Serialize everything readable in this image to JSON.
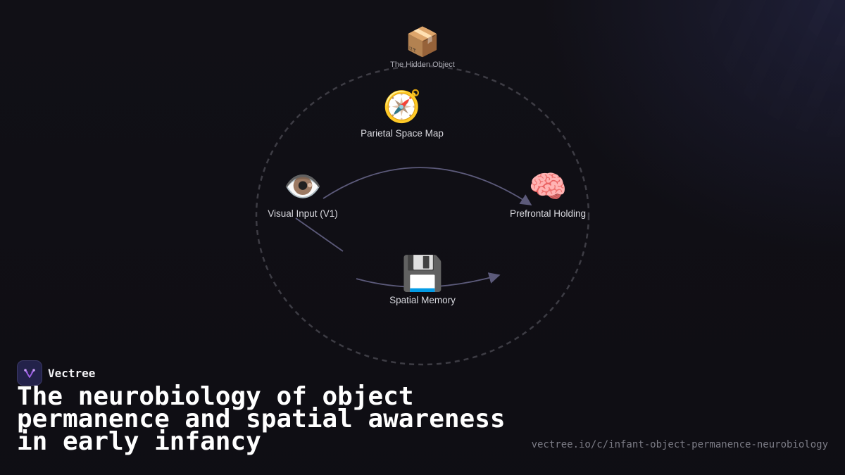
{
  "diagram": {
    "nodes": [
      {
        "id": "hidden",
        "emoji": "📦",
        "icon": "package-icon",
        "label": "The Hidden Object"
      },
      {
        "id": "parietal",
        "emoji": "🧭",
        "icon": "compass-icon",
        "label": "Parietal Space Map"
      },
      {
        "id": "visual",
        "emoji": "👁️",
        "icon": "eye-icon",
        "label": "Visual Input (V1)"
      },
      {
        "id": "prefrontal",
        "emoji": "🧠",
        "icon": "brain-icon",
        "label": "Prefrontal Holding"
      },
      {
        "id": "spatial",
        "emoji": "💾",
        "icon": "floppy-disk-icon",
        "label": "Spatial Memory"
      }
    ],
    "connections": [
      {
        "from": "Visual Input (V1)",
        "to": "Prefrontal Holding"
      },
      {
        "from": "Visual Input (V1)",
        "to": "Spatial Memory"
      },
      {
        "from": "Spatial Memory",
        "to": "Prefrontal Holding"
      }
    ]
  },
  "brand": {
    "name": "Vectree",
    "icon": "vectree-logo-icon",
    "accent": "#a061e8"
  },
  "title": "The neurobiology of object permanence and spatial awareness in early infancy",
  "url": "vectree.io/c/infant-object-permanence-neurobiology",
  "colors": {
    "background": "#111016",
    "connector": "#5c5a7a",
    "dashed_circle": "#3d3c44"
  }
}
